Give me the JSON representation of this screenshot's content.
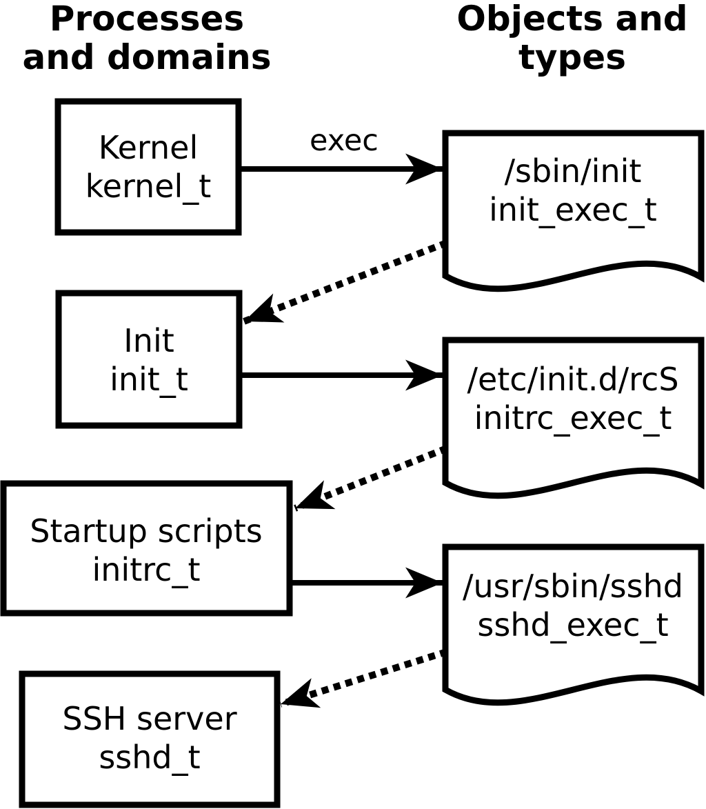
{
  "headers": {
    "left": {
      "line1": "Processes",
      "line2": "and domains"
    },
    "right": {
      "line1": "Objects and",
      "line2": "types"
    }
  },
  "process_nodes": [
    {
      "name": "Kernel",
      "domain": "kernel_t"
    },
    {
      "name": "Init",
      "domain": "init_t"
    },
    {
      "name": "Startup scripts",
      "domain": "initrc_t"
    },
    {
      "name": "SSH server",
      "domain": "sshd_t"
    }
  ],
  "object_nodes": [
    {
      "path": "/sbin/init",
      "type": "init_exec_t"
    },
    {
      "path": "/etc/init.d/rcS",
      "type": "initrc_exec_t"
    },
    {
      "path": "/usr/sbin/sshd",
      "type": "sshd_exec_t"
    }
  ],
  "edge_labels": {
    "exec": "exec"
  },
  "colors": {
    "ink": "#000000",
    "background": "#ffffff"
  }
}
